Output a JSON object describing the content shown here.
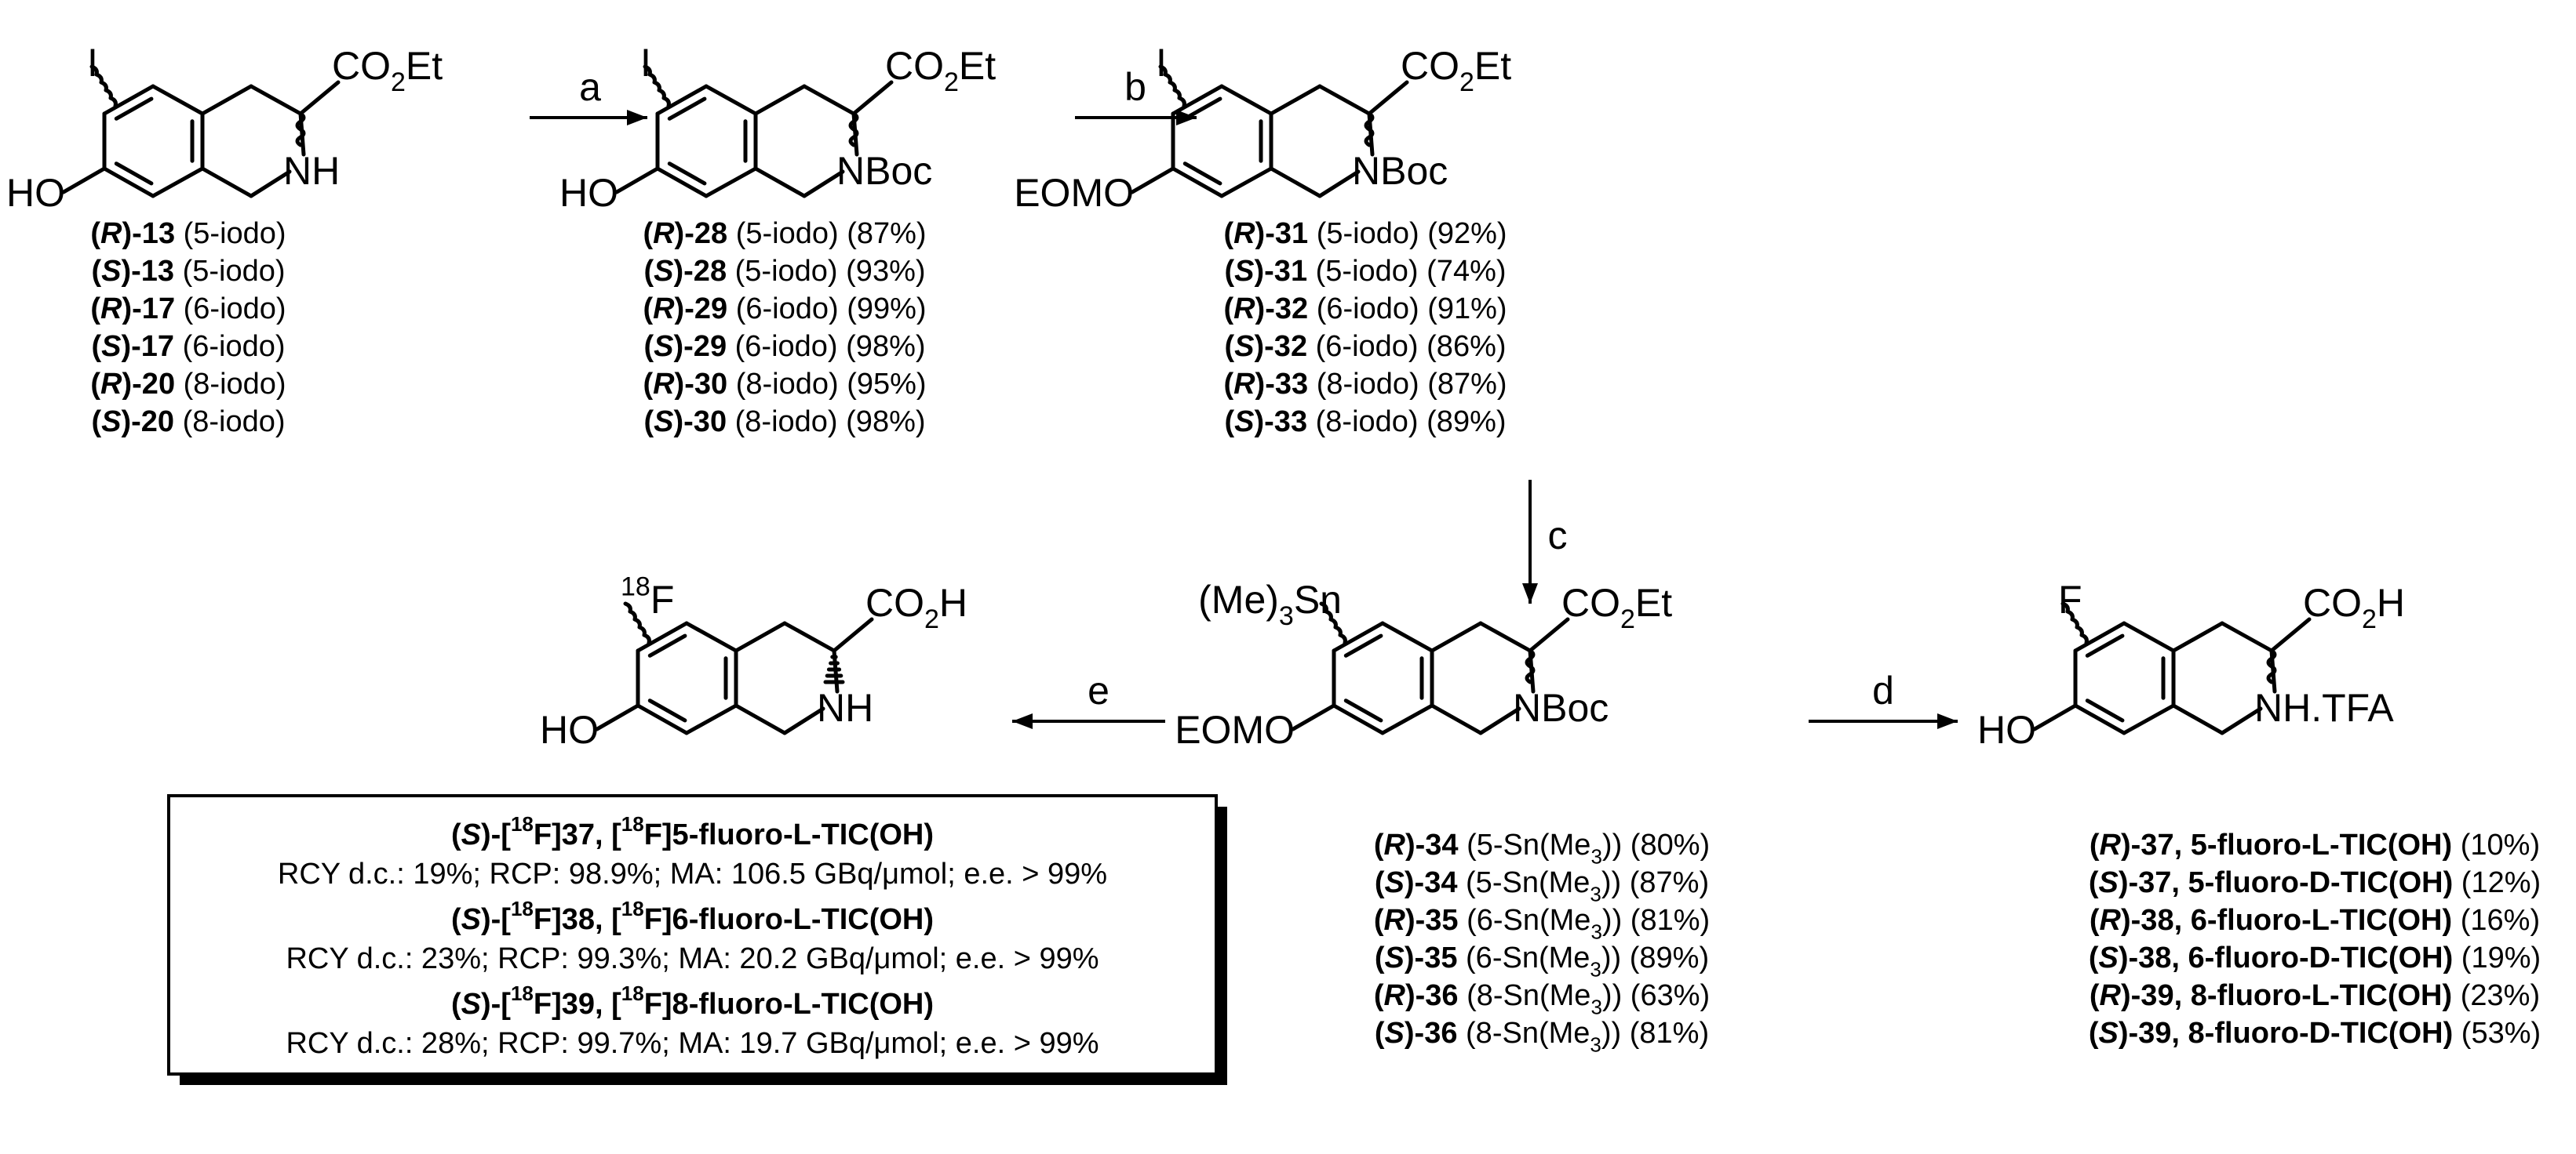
{
  "steps": {
    "a": "a",
    "b": "b",
    "c": "c",
    "d": "d",
    "e": "e"
  },
  "structures": {
    "s1": {
      "iodo": "I",
      "ester": "CO2Et",
      "amine": "NH",
      "hydroxy": "HO"
    },
    "s2": {
      "iodo": "I",
      "ester": "CO2Et",
      "amine": "NBoc",
      "hydroxy": "HO"
    },
    "s3": {
      "iodo": "I",
      "ester": "CO2Et",
      "amine": "NBoc",
      "ether": "EOMO"
    },
    "s4": {
      "stannyl": "(Me)3Sn",
      "ester": "CO2Et",
      "amine": "NBoc",
      "ether": "EOMO"
    },
    "s5": {
      "fluoro": "F",
      "acid": "CO2H",
      "amine": "NH.TFA",
      "hydroxy": "HO"
    },
    "s6": {
      "fluoro": "18F",
      "acid": "CO2H",
      "amine": "NH",
      "hydroxy": "HO"
    }
  },
  "compound_lists": {
    "list1": [
      {
        "stereo": "R",
        "num": "13",
        "sub": "(5-iodo)",
        "yield": ""
      },
      {
        "stereo": "S",
        "num": "13",
        "sub": "(5-iodo)",
        "yield": ""
      },
      {
        "stereo": "R",
        "num": "17",
        "sub": "(6-iodo)",
        "yield": ""
      },
      {
        "stereo": "S",
        "num": "17",
        "sub": "(6-iodo)",
        "yield": ""
      },
      {
        "stereo": "R",
        "num": "20",
        "sub": "(8-iodo)",
        "yield": ""
      },
      {
        "stereo": "S",
        "num": "20",
        "sub": "(8-iodo)",
        "yield": ""
      }
    ],
    "list2": [
      {
        "stereo": "R",
        "num": "28",
        "sub": "(5-iodo)",
        "yield": "(87%)"
      },
      {
        "stereo": "S",
        "num": "28",
        "sub": "(5-iodo)",
        "yield": "(93%)"
      },
      {
        "stereo": "R",
        "num": "29",
        "sub": "(6-iodo)",
        "yield": "(99%)"
      },
      {
        "stereo": "S",
        "num": "29",
        "sub": "(6-iodo)",
        "yield": "(98%)"
      },
      {
        "stereo": "R",
        "num": "30",
        "sub": "(8-iodo)",
        "yield": "(95%)"
      },
      {
        "stereo": "S",
        "num": "30",
        "sub": "(8-iodo)",
        "yield": "(98%)"
      }
    ],
    "list3": [
      {
        "stereo": "R",
        "num": "31",
        "sub": "(5-iodo)",
        "yield": "(92%)"
      },
      {
        "stereo": "S",
        "num": "31",
        "sub": "(5-iodo)",
        "yield": "(74%)"
      },
      {
        "stereo": "R",
        "num": "32",
        "sub": "(6-iodo)",
        "yield": "(91%)"
      },
      {
        "stereo": "S",
        "num": "32",
        "sub": "(6-iodo)",
        "yield": "(86%)"
      },
      {
        "stereo": "R",
        "num": "33",
        "sub": "(8-iodo)",
        "yield": "(87%)"
      },
      {
        "stereo": "S",
        "num": "33",
        "sub": "(8-iodo)",
        "yield": "(89%)"
      }
    ],
    "list4": [
      {
        "stereo": "R",
        "num": "34",
        "sub": "(5-Sn(Me3))",
        "yield": "(80%)"
      },
      {
        "stereo": "S",
        "num": "34",
        "sub": "(5-Sn(Me3))",
        "yield": "(87%)"
      },
      {
        "stereo": "R",
        "num": "35",
        "sub": "(6-Sn(Me3))",
        "yield": "(81%)"
      },
      {
        "stereo": "S",
        "num": "35",
        "sub": "(6-Sn(Me3))",
        "yield": "(89%)"
      },
      {
        "stereo": "R",
        "num": "36",
        "sub": "(8-Sn(Me3))",
        "yield": "(63%)"
      },
      {
        "stereo": "S",
        "num": "36",
        "sub": "(8-Sn(Me3))",
        "yield": "(81%)"
      }
    ],
    "list5": [
      {
        "stereo": "R",
        "num": "37, 5-fluoro-L-TIC(OH)",
        "sub": "",
        "yield": "(10%)"
      },
      {
        "stereo": "S",
        "num": "37, 5-fluoro-D-TIC(OH)",
        "sub": "",
        "yield": "(12%)"
      },
      {
        "stereo": "R",
        "num": "38, 6-fluoro-L-TIC(OH)",
        "sub": "",
        "yield": "(16%)"
      },
      {
        "stereo": "S",
        "num": "38, 6-fluoro-D-TIC(OH)",
        "sub": "",
        "yield": "(19%)"
      },
      {
        "stereo": "R",
        "num": "39, 8-fluoro-L-TIC(OH)",
        "sub": "",
        "yield": "(23%)"
      },
      {
        "stereo": "S",
        "num": "39, 8-fluoro-D-TIC(OH)",
        "sub": "",
        "yield": "(53%)"
      }
    ]
  },
  "results_box": [
    {
      "title": "(S)-[18F]37, [18F]5-fluoro-L-TIC(OH)",
      "detail": "RCY d.c.: 19%; RCP: 98.9%; MA: 106.5 GBq/μmol; e.e. > 99%"
    },
    {
      "title": "(S)-[18F]38, [18F]6-fluoro-L-TIC(OH)",
      "detail": "RCY d.c.: 23%; RCP: 99.3%; MA: 20.2 GBq/μmol; e.e. > 99%"
    },
    {
      "title": "(S)-[18F]39, [18F]8-fluoro-L-TIC(OH)",
      "detail": "RCY d.c.: 28%; RCP: 99.7%; MA: 19.7 GBq/μmol; e.e. > 99%"
    }
  ]
}
